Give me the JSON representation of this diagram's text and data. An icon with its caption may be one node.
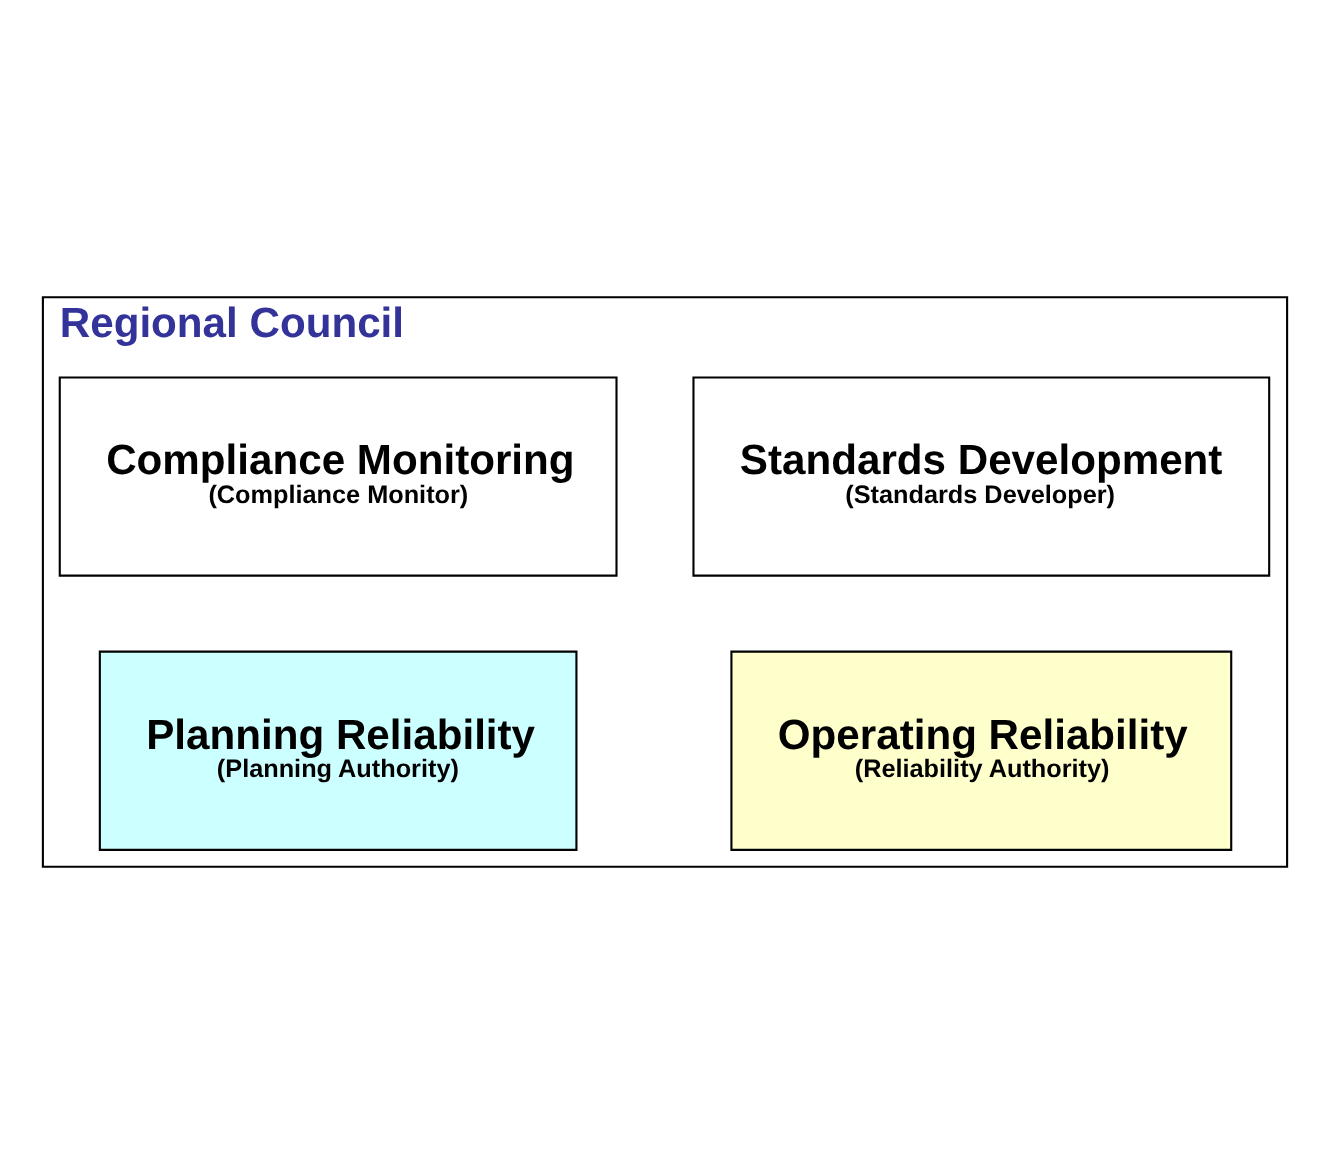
{
  "diagram": {
    "nodes": [
      {
        "text": [
          "Regional Council"
        ]
      },
      {
        "text": [
          "Standards Development",
          "(Standards Developer)"
        ],
        "in": 0
      },
      {
        "text": [
          "Compliance Monitoring",
          "(Compliance Monitor)"
        ],
        "in": 0
      },
      {
        "text": [
          "Operating Reliability",
          "(Reliability Authority)"
        ],
        "in": 0
      },
      {
        "text": [
          "Planning Reliability",
          "(Planning Authority)"
        ],
        "in": 0
      }
    ]
  }
}
